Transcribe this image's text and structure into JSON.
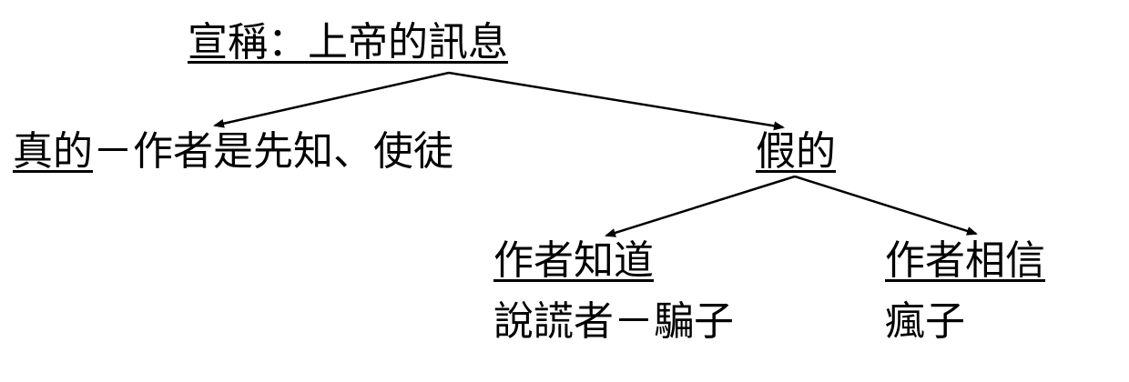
{
  "diagram": {
    "root": "宣稱：上帝的訊息",
    "true_branch": {
      "label": "真的",
      "description": "－作者是先知、使徒"
    },
    "false_branch": {
      "label": "假的"
    },
    "author_knows": {
      "label": "作者知道",
      "result": "說謊者－騙子"
    },
    "author_believes": {
      "label": "作者相信",
      "result": "瘋子"
    }
  }
}
